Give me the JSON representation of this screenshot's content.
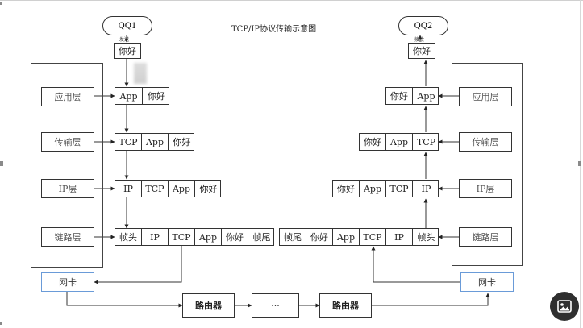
{
  "title": "TCP/IP协议传输示意图",
  "left": {
    "qq": "QQ1",
    "action": "发送",
    "message": "你好",
    "layers": [
      "应用层",
      "传输层",
      "IP层",
      "链路层"
    ],
    "frames": [
      [
        "App",
        "你好"
      ],
      [
        "TCP",
        "App",
        "你好"
      ],
      [
        "IP",
        "TCP",
        "App",
        "你好"
      ],
      [
        "帧头",
        "IP",
        "TCP",
        "App",
        "你好",
        "帧尾"
      ]
    ],
    "nic": "网卡"
  },
  "right": {
    "qq": "QQ2",
    "action": "接收",
    "message": "你好",
    "layers": [
      "应用层",
      "传输层",
      "IP层",
      "链路层"
    ],
    "frames": [
      [
        "你好",
        "App"
      ],
      [
        "你好",
        "App",
        "TCP"
      ],
      [
        "你好",
        "App",
        "TCP",
        "IP"
      ],
      [
        "帧尾",
        "你好",
        "App",
        "TCP",
        "IP",
        "帧头"
      ]
    ],
    "nic": "网卡"
  },
  "network": {
    "router1": "路由器",
    "dots": "···",
    "router2": "路由器"
  },
  "image_button_icon": "image-icon"
}
